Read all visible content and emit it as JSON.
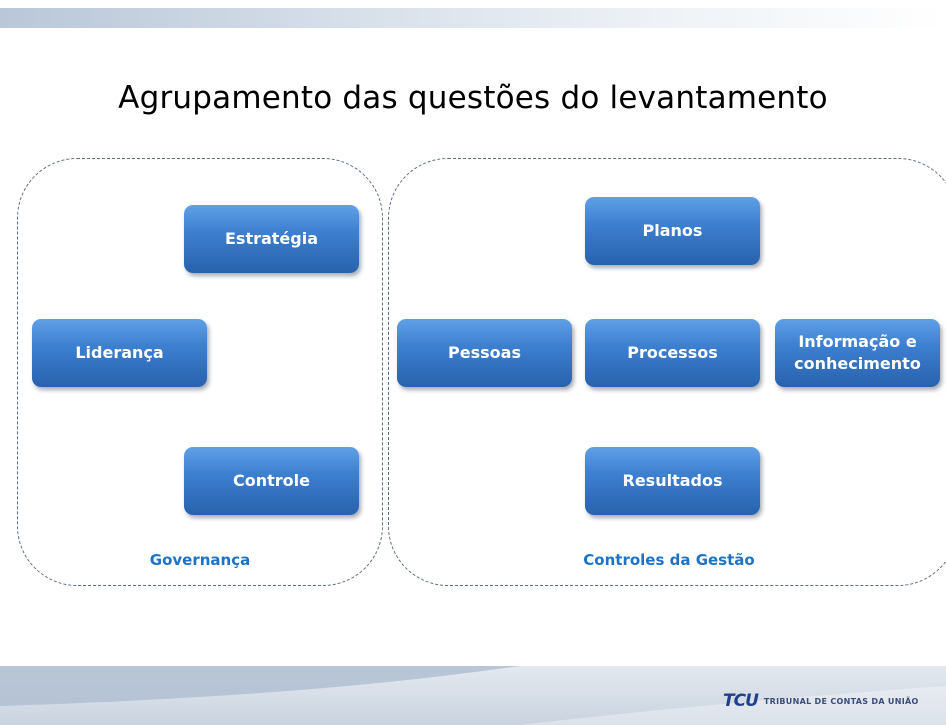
{
  "title": "Agrupamento das questões do levantamento",
  "groups": {
    "governanca": {
      "label": "Governança",
      "nodes": [
        "Estratégia",
        "Liderança",
        "Controle"
      ]
    },
    "controles": {
      "label": "Controles da Gestão",
      "nodes": [
        "Planos",
        "Pessoas",
        "Processos",
        "Informação e conhecimento",
        "Resultados"
      ]
    }
  },
  "footer": {
    "logo_mark": "TCU",
    "logo_text": "TRIBUNAL DE CONTAS DA UNIÃO"
  }
}
